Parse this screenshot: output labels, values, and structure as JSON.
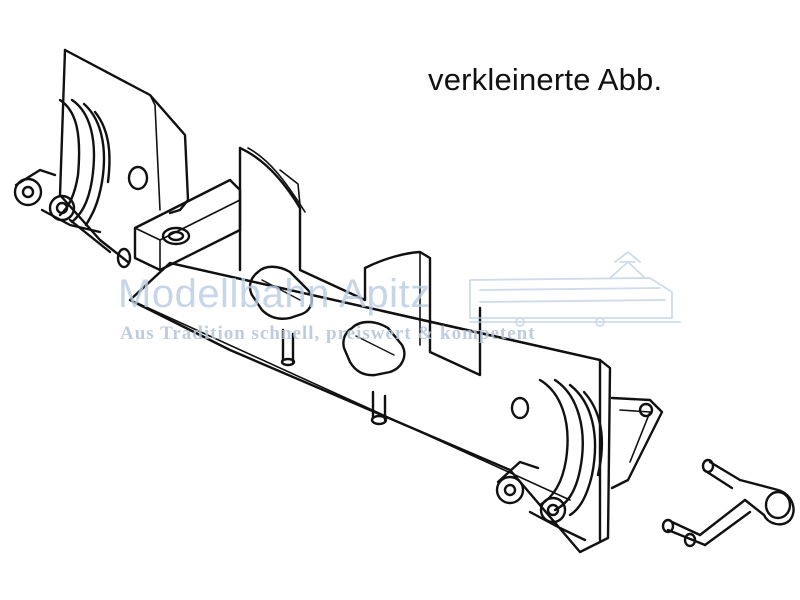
{
  "caption": "verkleinerte Abb.",
  "watermark": {
    "title": "Modellbahn Apitz",
    "subtitle": "Aus Tradition schnell, preiswert & kompetent",
    "color": "#b8cde3"
  },
  "drawing": {
    "subject": "model locomotive bogie frame with coupling lever",
    "line_color": "#111111"
  }
}
